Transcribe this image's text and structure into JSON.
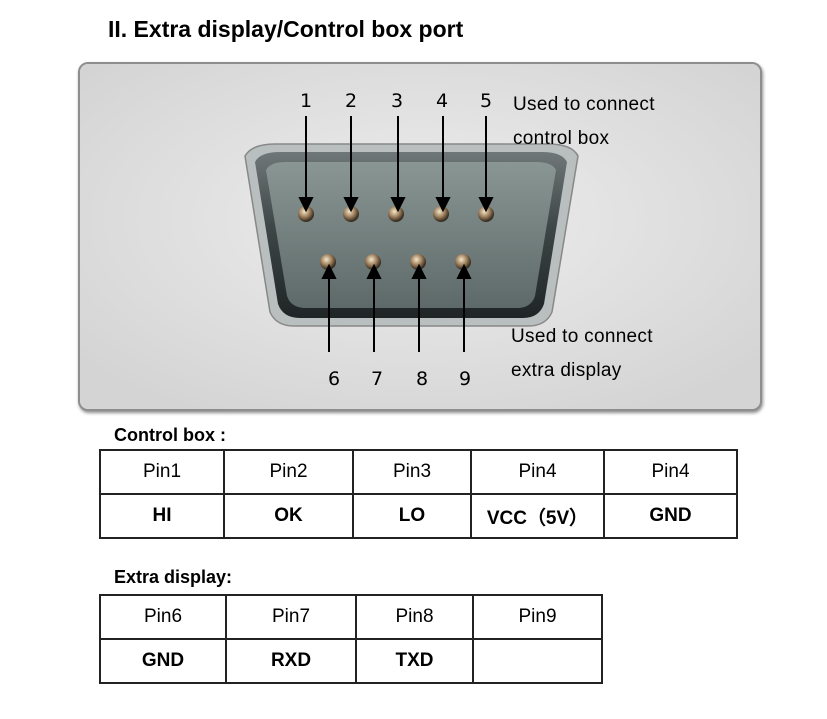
{
  "title": "II. Extra display/Control box port",
  "connector": {
    "top_pins": [
      "1",
      "2",
      "3",
      "4",
      "5"
    ],
    "bottom_pins": [
      "6",
      "7",
      "8",
      "9"
    ],
    "top_caption": [
      "Used  to  connect",
      "control box"
    ],
    "bottom_caption": [
      "Used  to  connect",
      "extra display"
    ]
  },
  "control_box": {
    "label": "Control box :",
    "headers": [
      "Pin1",
      "Pin2",
      "Pin3",
      "Pin4",
      "Pin4"
    ],
    "values": [
      "HI",
      "OK",
      "LO",
      "VCC（5V）",
      "GND"
    ]
  },
  "extra_display": {
    "label": "Extra display:",
    "headers": [
      "Pin6",
      "Pin7",
      "Pin8",
      "Pin9"
    ],
    "values": [
      "GND",
      "RXD",
      "TXD",
      ""
    ]
  }
}
